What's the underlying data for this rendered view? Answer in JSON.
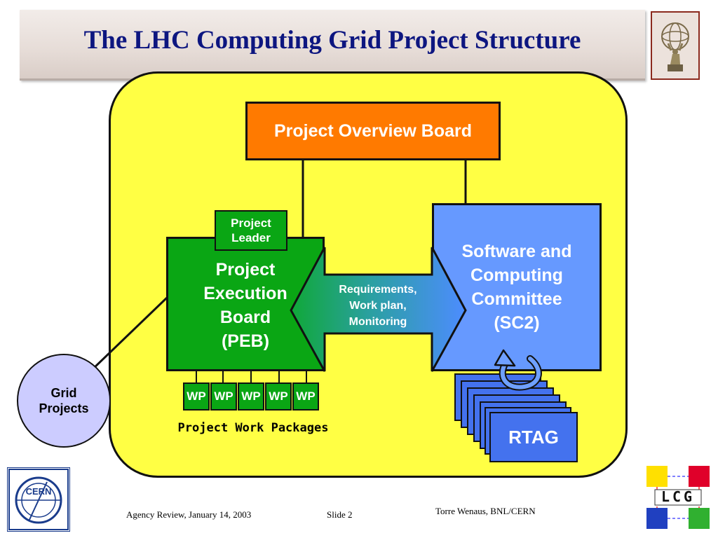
{
  "slide": {
    "title": "The LHC Computing Grid Project Structure"
  },
  "diagram": {
    "project_overview_board": "Project Overview Board",
    "project_leader_line1": "Project",
    "project_leader_line2": "Leader",
    "peb_lines": [
      "Project",
      "Execution",
      "Board",
      "(PEB)"
    ],
    "sc2_lines": [
      "Software and",
      "Computing",
      "Committee",
      "(SC2)"
    ],
    "arrow_lines": [
      "Requirements,",
      "Work plan,",
      "Monitoring"
    ],
    "work_packages": [
      "WP",
      "WP",
      "WP",
      "WP",
      "WP"
    ],
    "work_packages_caption": "Project Work Packages",
    "rtag": "RTAG",
    "grid_projects_line1": "Grid",
    "grid_projects_line2": "Projects"
  },
  "footer": {
    "event": "Agency Review, January 14, 2003",
    "slide_number": "Slide 2",
    "author": "Torre Wenaus, BNL/CERN",
    "cern_logo_text": "CERN",
    "lcg_logo_text": "LCG"
  },
  "colors": {
    "title": "#0d1680",
    "panel": "#ffff44",
    "pob": "#ff7a00",
    "peb": "#0aa614",
    "sc2": "#6699ff",
    "rtag": "#4472ee",
    "grid_projects": "#ccccff"
  },
  "icons": {
    "top_right_logo": "atlas-statue-icon",
    "bottom_left_logo": "cern-logo-icon",
    "bottom_right_logo": "lcg-logo-icon"
  }
}
